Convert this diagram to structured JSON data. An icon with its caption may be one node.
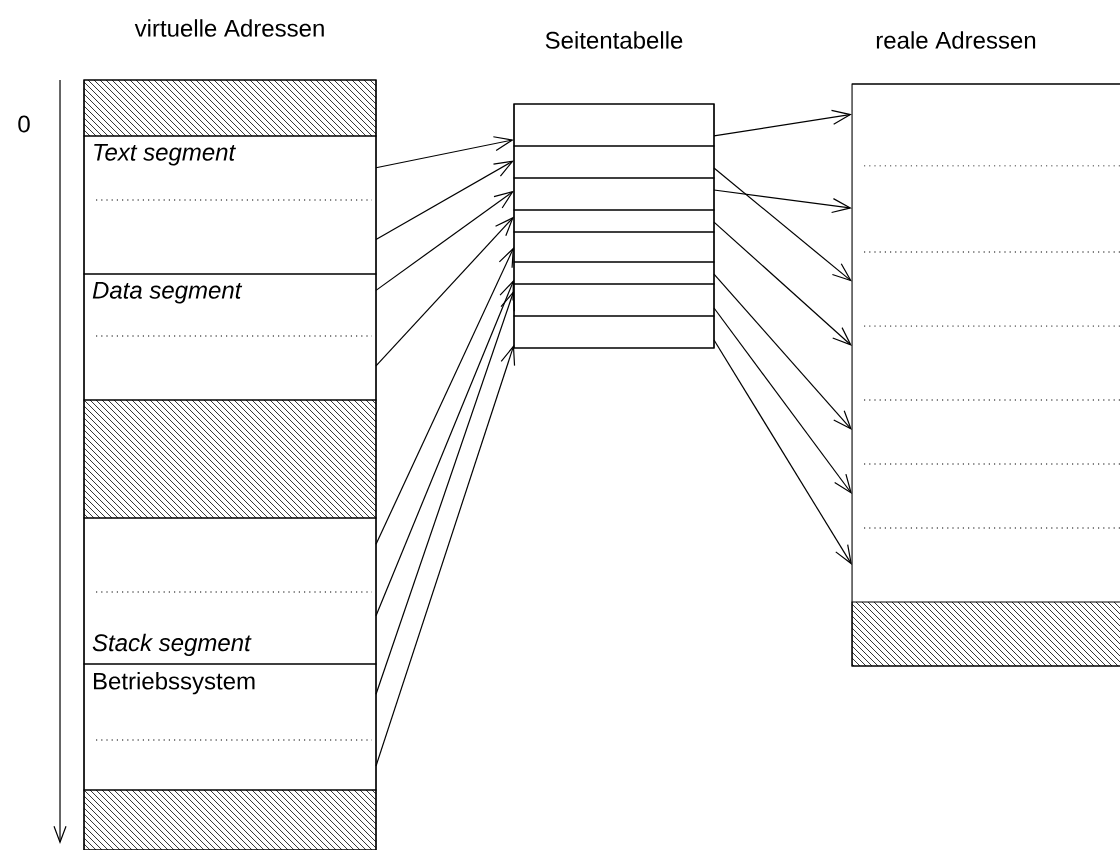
{
  "diagram": {
    "nodes": [
      {
        "text": [
          "virtuelle Adressen"
        ]
      },
      {
        "text": [],
        "shape": "box",
        "in": 0
      },
      {
        "text": [
          "Text segment"
        ],
        "in": 0
      },
      {
        "text": [
          "Data segment"
        ],
        "in": 0
      },
      {
        "text": [],
        "shape": "box",
        "in": 0
      },
      {
        "text": [
          "Stack segment"
        ],
        "in": 0
      },
      {
        "text": [
          "Betriebssystem"
        ],
        "in": 0
      },
      {
        "text": [],
        "shape": "box",
        "in": 0
      },
      {
        "text": [
          "Seitentabelle"
        ]
      },
      {
        "text": [],
        "shape": "box",
        "in": 8
      },
      {
        "text": [],
        "shape": "box",
        "in": 8
      },
      {
        "text": [],
        "shape": "box",
        "in": 8
      },
      {
        "text": [],
        "shape": "box",
        "in": 8
      },
      {
        "text": [],
        "shape": "box",
        "in": 8
      },
      {
        "text": [],
        "shape": "box",
        "in": 8
      },
      {
        "text": [],
        "shape": "box",
        "in": 8
      },
      {
        "text": [],
        "shape": "box",
        "in": 8
      },
      {
        "text": [
          "reale Adressen"
        ]
      },
      {
        "text": [],
        "shape": "box",
        "in": 17
      },
      {
        "text": [],
        "shape": "box",
        "in": 17
      },
      {
        "text": [],
        "shape": "box",
        "in": 17
      },
      {
        "text": [],
        "shape": "box",
        "in": 17
      },
      {
        "text": [],
        "shape": "box",
        "in": 17
      },
      {
        "text": [],
        "shape": "box",
        "in": 17
      },
      {
        "text": [],
        "shape": "box",
        "in": 17
      },
      {
        "text": [],
        "shape": "box",
        "in": 17
      }
    ],
    "edges": [
      {
        "from": 2,
        "to": 9,
        "arrow": "to"
      },
      {
        "from": 2,
        "to": 10,
        "arrow": "to"
      },
      {
        "from": 3,
        "to": 11,
        "arrow": "to"
      },
      {
        "from": 3,
        "to": 12,
        "arrow": "to"
      },
      {
        "from": 5,
        "to": 13,
        "arrow": "to"
      },
      {
        "from": 5,
        "to": 14,
        "arrow": "to"
      },
      {
        "from": 6,
        "to": 15,
        "arrow": "to"
      },
      {
        "from": 6,
        "to": 16,
        "arrow": "to"
      },
      {
        "from": 9,
        "to": 18,
        "arrow": "to"
      },
      {
        "from": 10,
        "to": 20,
        "arrow": "to"
      },
      {
        "from": 11,
        "to": 19,
        "arrow": "to"
      },
      {
        "from": 12,
        "to": 21,
        "arrow": "to"
      },
      {
        "from": 14,
        "to": 22,
        "arrow": "to"
      },
      {
        "from": 15,
        "to": 23,
        "arrow": "to"
      },
      {
        "from": 16,
        "to": 24,
        "arrow": "to"
      }
    ],
    "labels": [
      "0"
    ]
  }
}
